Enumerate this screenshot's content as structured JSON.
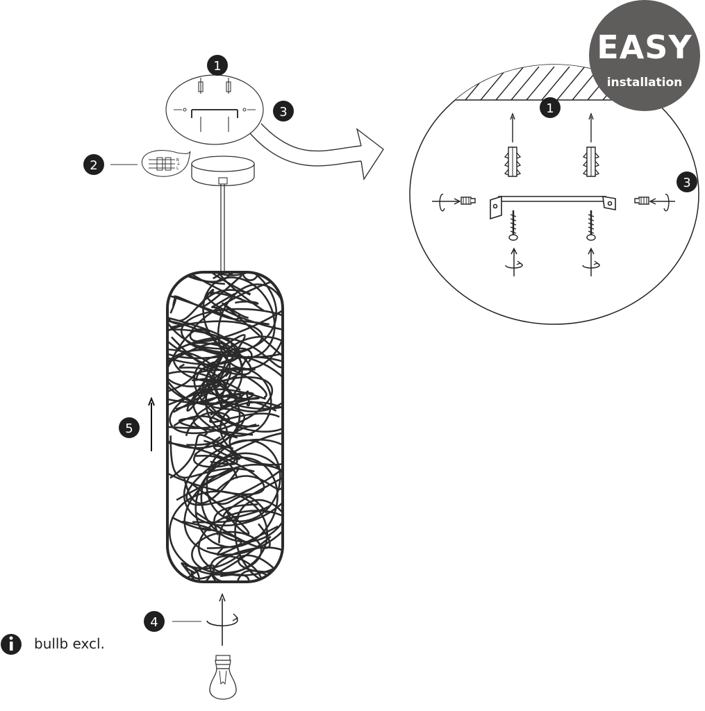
{
  "badge": {
    "title": "EASY",
    "subtitle": "installation",
    "color": "#5f5c5c"
  },
  "steps": [
    "1",
    "2",
    "3",
    "4",
    "5"
  ],
  "note": {
    "icon": "info-icon",
    "text": "bullb excl."
  },
  "wires": [
    "N",
    "⏚",
    "L"
  ],
  "colors": {
    "ink": "#1f1f1f",
    "step_badge": "#1f1f1f"
  }
}
